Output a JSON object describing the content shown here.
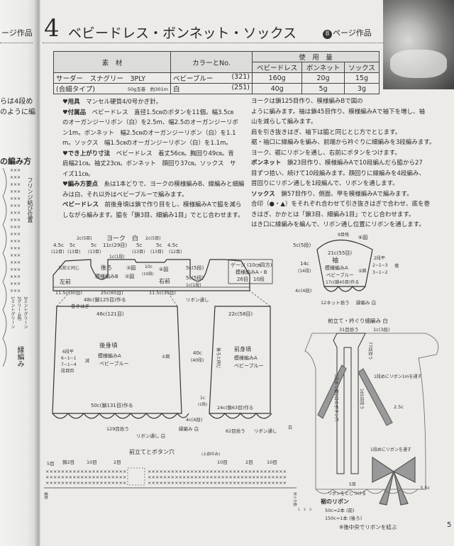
{
  "previous_page": {
    "lines": [
      "ージ作品",
      "らは4段め",
      "のように編",
      "の編み方"
    ],
    "vertical_labels": [
      "フリンジ結び位置",
      "1ミントグリーン",
      "2グリーム色",
      "3ミントグリーン",
      "縁編み"
    ]
  },
  "header": {
    "number": "4",
    "title": "ベビードレス・ボンネット・ソックス",
    "page_ref_number": "8",
    "page_ref_label": "ページ作品"
  },
  "materials_table": {
    "headers": {
      "material": "素　材",
      "color": "カラーとNo.",
      "usage": "使　用　量"
    },
    "usage_columns": [
      "ベビードレス",
      "ボンネット",
      "ソックス"
    ],
    "yarn_name": "サーダー　スナグリー　3PLY",
    "yarn_type": "(合細タイプ)",
    "yarn_spec": "50g玉巻　約301m",
    "rows": [
      {
        "color": "ベビーブルー",
        "code": "(321)",
        "values": [
          "160g",
          "20g",
          "15g"
        ]
      },
      {
        "color": "白",
        "code": "(251)",
        "values": [
          "40g",
          "5g",
          "3g"
        ]
      }
    ]
  },
  "instructions_left": [
    {
      "b": "♥用具",
      "t": "　マンセル硬質4/0号かぎ針。"
    },
    {
      "b": "♥付属品",
      "t": "　ベビードレス　直径1.5㎝のボタンを11個。幅3.5㎝"
    },
    {
      "b": "",
      "t": "のオーガンジーリボン（白）を2.5m、幅2.5のオーガンジーリボ"
    },
    {
      "b": "",
      "t": "ン1m。ボンネット　幅2.5㎝のオーガンジーリボン（白）を1.1"
    },
    {
      "b": "",
      "t": "m。ソックス　幅1.5㎝のオーガンジーリボン（白）を1.1m。"
    },
    {
      "b": "♥でき上がり寸法",
      "t": "　ベビードレス　着丈56㎝。胸回り49㎝。背"
    },
    {
      "b": "",
      "t": "肩幅21㎝。袖丈23㎝。ボンネット　顔回り37㎝。ソックス　サ"
    },
    {
      "b": "",
      "t": "イズ11㎝。"
    },
    {
      "b": "♥編み方要点",
      "t": "　糸は1本どりで、ヨークの模様編みB、縁編みと細編"
    },
    {
      "b": "",
      "t": "みは白、それ以外はベビーブルーで編みます。"
    },
    {
      "b": "ベビードレス",
      "t": "　前後身頃は鎖で作り目をし、模様編みAで脇を減ら"
    },
    {
      "b": "",
      "t": "しながら編みます。脇を「鎖3目、細編み1目」でとじ合わせます。"
    }
  ],
  "instructions_right": [
    {
      "b": "",
      "t": "ヨークは鎖125目作り、模様編みBで図の"
    },
    {
      "b": "",
      "t": "ように編みます。袖は鎖45目作り、模様編みAで袖下を増し、袖"
    },
    {
      "b": "",
      "t": "山を減らして編みます。"
    },
    {
      "b": "",
      "t": "肩を引き抜きはぎ、袖下は脇と同じとじ方でとじます。"
    },
    {
      "b": "",
      "t": "裾・袖口に縁編みを編み、前端から衿ぐりに細編みを3段編みます。"
    },
    {
      "b": "",
      "t": "ヨーク、裾にリボンを通し、右前にボタンをつけます。"
    },
    {
      "b": "ボンネット",
      "t": "　鎖23目作り、模様編みAで10段編んだら脇から27"
    },
    {
      "b": "",
      "t": "目ずつ拾い、続けて10段編みます。顔回りに縁編みを4段編み、"
    },
    {
      "b": "",
      "t": "首回りにリボン通しを1段編んで、リボンを通します。"
    },
    {
      "b": "ソックス",
      "t": "　鎖57目作り、側面、甲を模様編みAで編みます。"
    },
    {
      "b": "",
      "t": "合印（●・▲）をそれぞれ合わせて引き抜きはぎで合わせ、底を巻"
    },
    {
      "b": "",
      "t": "きはぎ、かかとは「鎖3目、細編み1目」でとじ合わせます。"
    },
    {
      "b": "",
      "t": "はき口に縁編みを編んで、リボン通し位置にリボンを通します。"
    }
  ],
  "yoke": {
    "title": "ヨーク　白",
    "top_dims": [
      "4.5c",
      "5c",
      "2c(5目)",
      "5c",
      "11c(29目)",
      "5c",
      "2c(5目)",
      "5c",
      "4.5c"
    ],
    "top_counts": [
      "(12目)",
      "(13目)",
      "(13目)",
      "(13目)",
      "(13目)",
      "(12目)"
    ],
    "center_dim": "1c(1段)",
    "left_front": "左前",
    "left_front_note": "右前と同じ",
    "back": "後ろ",
    "pattern": "模様編みB",
    "fig3": "③図",
    "fig2": "②図",
    "fig4": "④図",
    "right_front": "右前",
    "height_dim": "10c",
    "height_count": "(10段)",
    "side_dims": [
      "5c(5段)",
      "5c(5段)",
      "1c(1段)"
    ],
    "bottom_dims": [
      "11.5c(30目)",
      "25c(65目)",
      "11.5c(30目)"
    ],
    "total": "48c(鎖125目)作る",
    "ribbon": "リボン通し",
    "whip": "巻きはぎ"
  },
  "gauge": {
    "title": "ゲージ (10㎝四方)",
    "pattern": "模様編みA・B",
    "value": "26目　10段"
  },
  "back_body": {
    "top": "46c(121目)",
    "title": "後身頃",
    "pattern": "模様編みA",
    "color": "ベビーブルー",
    "dec_lines": [
      "6段平",
      "6~1~1",
      "7~1~4",
      "段目回"
    ],
    "dec_label": "減",
    "fig1": "①図",
    "cast_on": "50c(鎖131目)作る",
    "pickup": "129目拾う",
    "ribbon": "リボン通し 白",
    "edging": "縁編み 白"
  },
  "front_body": {
    "top": "22c(58目)",
    "height": "40c",
    "height_count": "(40段)",
    "same_as_back": "後ろと同じ",
    "title": "前身頃",
    "pattern": "模様編みA",
    "color": "ベビーブルー",
    "dim_1c": "1c",
    "dim_1c_count": "(1段)",
    "dim_4c": "4c(4段)",
    "cast_on": "24c(鎖63目)作る",
    "pickup": "62目拾う",
    "ribbon": "リボン通し"
  },
  "sleeve": {
    "top_count": "9目残",
    "fig6": "⑥図",
    "dim_top": "5c(5段)",
    "width": "21c(55目)",
    "title": "袖",
    "pattern": "模様編みA",
    "color": "ベビーブルー",
    "fig5": "⑤図",
    "inc_lines": [
      "2段平",
      "2~1~3",
      "3~1~2"
    ],
    "inc_label": "増",
    "height": "14c",
    "height_count": "(14段)",
    "cast_on": "17c(鎖45目)作る",
    "bottom_dim": "4c(4段)",
    "pickup": "12ネット拾う",
    "edging": "縁編み 白"
  },
  "front_view": {
    "title": "前立て・衿ぐり細編み 白",
    "neck_pickup": "31目拾う",
    "neck_rows": "1c(3段)",
    "shoulder_pickup": "77目拾う",
    "buttonhole": "3段めで鎖2目のボタン穴",
    "yoke_ribbon": "1段めにリボン1mを通す",
    "band_pickup": "165目拾う",
    "ribbon_width_1": "2.5c",
    "hem_ribbon": "1段めにリボンを通す",
    "five": "5目",
    "ribbon_sew": "リボンをとじつける",
    "ribbon_width_2": "3.5c",
    "hem_ribbon_title": "裾のリボン",
    "hem_ribbon_lines": [
      "50c=2本 (前)",
      "150c=1本 (後ろ)"
    ],
    "note": "※後中央でリボンを結ぶ"
  },
  "button_band": {
    "title": "前立てとボタン穴",
    "subtitle": "(上前のみ)",
    "counts": [
      "5目",
      "鎖2目",
      "10目",
      "2目",
      "10目",
      "2目",
      "10目"
    ],
    "hem_side": "裾側",
    "neck_side": "衿ぐり側",
    "white": "白",
    "row_numbers": [
      "1",
      "2",
      "3"
    ]
  },
  "page_number": "5"
}
